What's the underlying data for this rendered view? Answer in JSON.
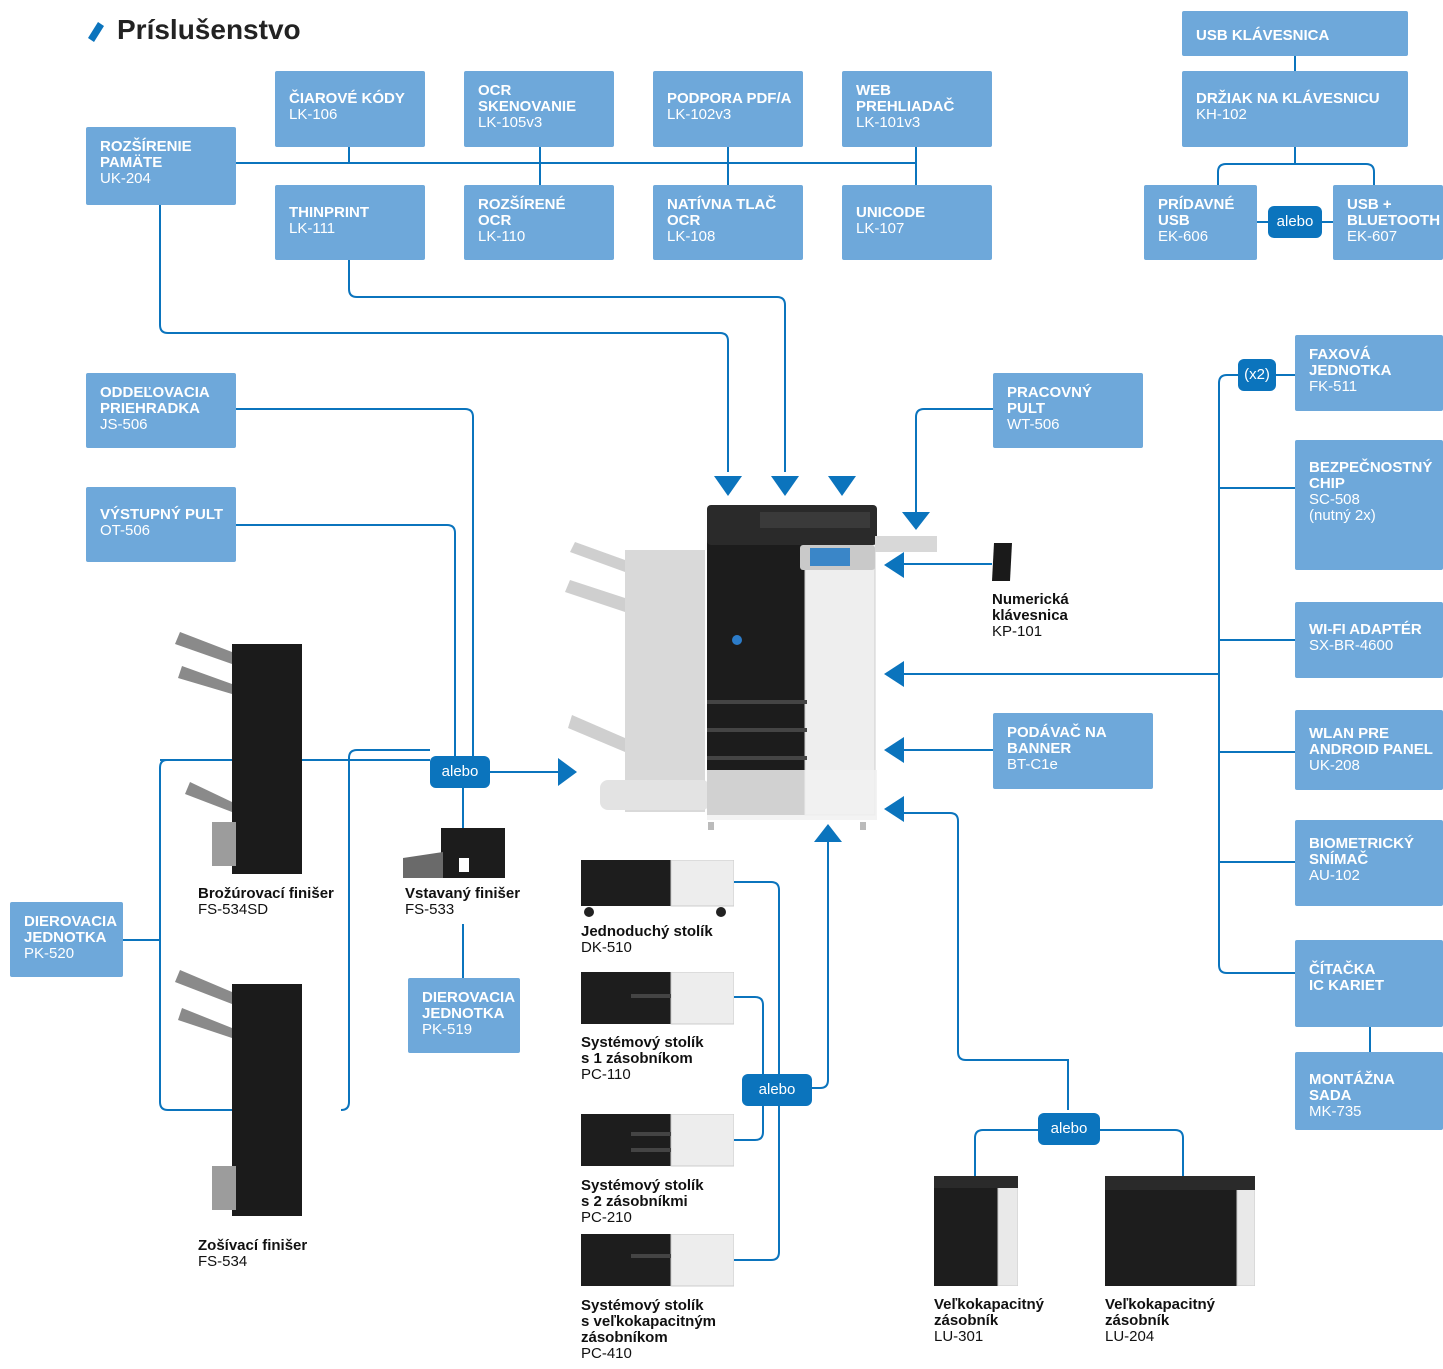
{
  "title": "Príslušenstvo",
  "boxes": {
    "uk204": {
      "t": "ROZŠÍRENIE\nPAMÄTE",
      "c": "UK-204"
    },
    "lk106": {
      "t": "ČIAROVÉ KÓDY",
      "c": "LK-106"
    },
    "lk105": {
      "t": "OCR\nSKENOVANIE",
      "c": "LK-105v3"
    },
    "lk102": {
      "t": "PODPORA PDF/A",
      "c": "LK-102v3"
    },
    "lk101": {
      "t": "WEB\nPREHLIADAČ",
      "c": "LK-101v3"
    },
    "lk111": {
      "t": "THINPRINT",
      "c": "LK-111"
    },
    "lk110": {
      "t": "ROZŠÍRENÉ\nOCR",
      "c": "LK-110"
    },
    "lk108": {
      "t": "NATÍVNA TLAČ\nOCR",
      "c": "LK-108"
    },
    "lk107": {
      "t": "UNICODE",
      "c": "LK-107"
    },
    "usbkb": {
      "t": "USB KLÁVESNICA",
      "c": ""
    },
    "kh102": {
      "t": "DRŽIAK NA KLÁVESNICU",
      "c": "KH-102"
    },
    "ek606": {
      "t": "PRÍDAVNÉ\nUSB",
      "c": "EK-606"
    },
    "ek607": {
      "t": "USB +\nBLUETOOTH",
      "c": "EK-607"
    },
    "fk511": {
      "t": "FAXOVÁ\nJEDNOTKA",
      "c": "FK-511"
    },
    "sc508": {
      "t": "BEZPEČNOSTNÝ\nCHIP",
      "c": "SC-508\n(nutný 2x)"
    },
    "sxbr": {
      "t": "WI-FI ADAPTÉR",
      "c": "SX-BR-4600"
    },
    "uk208": {
      "t": "WLAN PRE\nANDROID PANEL",
      "c": "UK-208"
    },
    "au102": {
      "t": "BIOMETRICKÝ\nSNÍMAČ",
      "c": "AU-102"
    },
    "ic": {
      "t": "ČÍTAČKA\nIC KARIET",
      "c": ""
    },
    "mk735": {
      "t": "MONTÁŽNA SADA",
      "c": "MK-735"
    },
    "js506": {
      "t": "ODDEĽOVACIA\nPRIEHRADKA",
      "c": "JS-506"
    },
    "ot506": {
      "t": "VÝSTUPNÝ PULT",
      "c": "OT-506"
    },
    "wt506": {
      "t": "PRACOVNÝ\nPULT",
      "c": "WT-506"
    },
    "btc1e": {
      "t": "PODÁVAČ NA\nBANNER",
      "c": "BT-C1e"
    },
    "pk520": {
      "t": "DIEROVACIA\nJEDNOTKA",
      "c": "PK-520"
    },
    "pk519": {
      "t": "DIEROVACIA\nJEDNOTKA",
      "c": "PK-519"
    }
  },
  "or_label": "alebo",
  "x2_label": "(x2)",
  "captions": {
    "kp101": {
      "t": "Numerická\nklávesnica",
      "c": "KP-101"
    },
    "fs534sd": {
      "t": "Brožúrovací finišer",
      "c": "FS-534SD"
    },
    "fs533": {
      "t": "Vstavaný finišer",
      "c": "FS-533"
    },
    "fs534": {
      "t": "Zošívací finišer",
      "c": "FS-534"
    },
    "dk510": {
      "t": "Jednoduchý stolík",
      "c": "DK-510"
    },
    "pc110": {
      "t": "Systémový stolík\ns 1 zásobníkom",
      "c": "PC-110"
    },
    "pc210": {
      "t": "Systémový stolík\ns 2 zásobníkmi",
      "c": "PC-210"
    },
    "pc410": {
      "t": "Systémový stolík\ns veľkokapacitným\nzásobníkom",
      "c": "PC-410"
    },
    "lu301": {
      "t": "Veľkokapacitný\nzásobník",
      "c": "LU-301"
    },
    "lu204": {
      "t": "Veľkokapacitný\nzásobník",
      "c": "LU-204"
    }
  },
  "colors": {
    "box": "#6ea8da",
    "line": "#0b74bd",
    "or": "#0b74bd"
  }
}
